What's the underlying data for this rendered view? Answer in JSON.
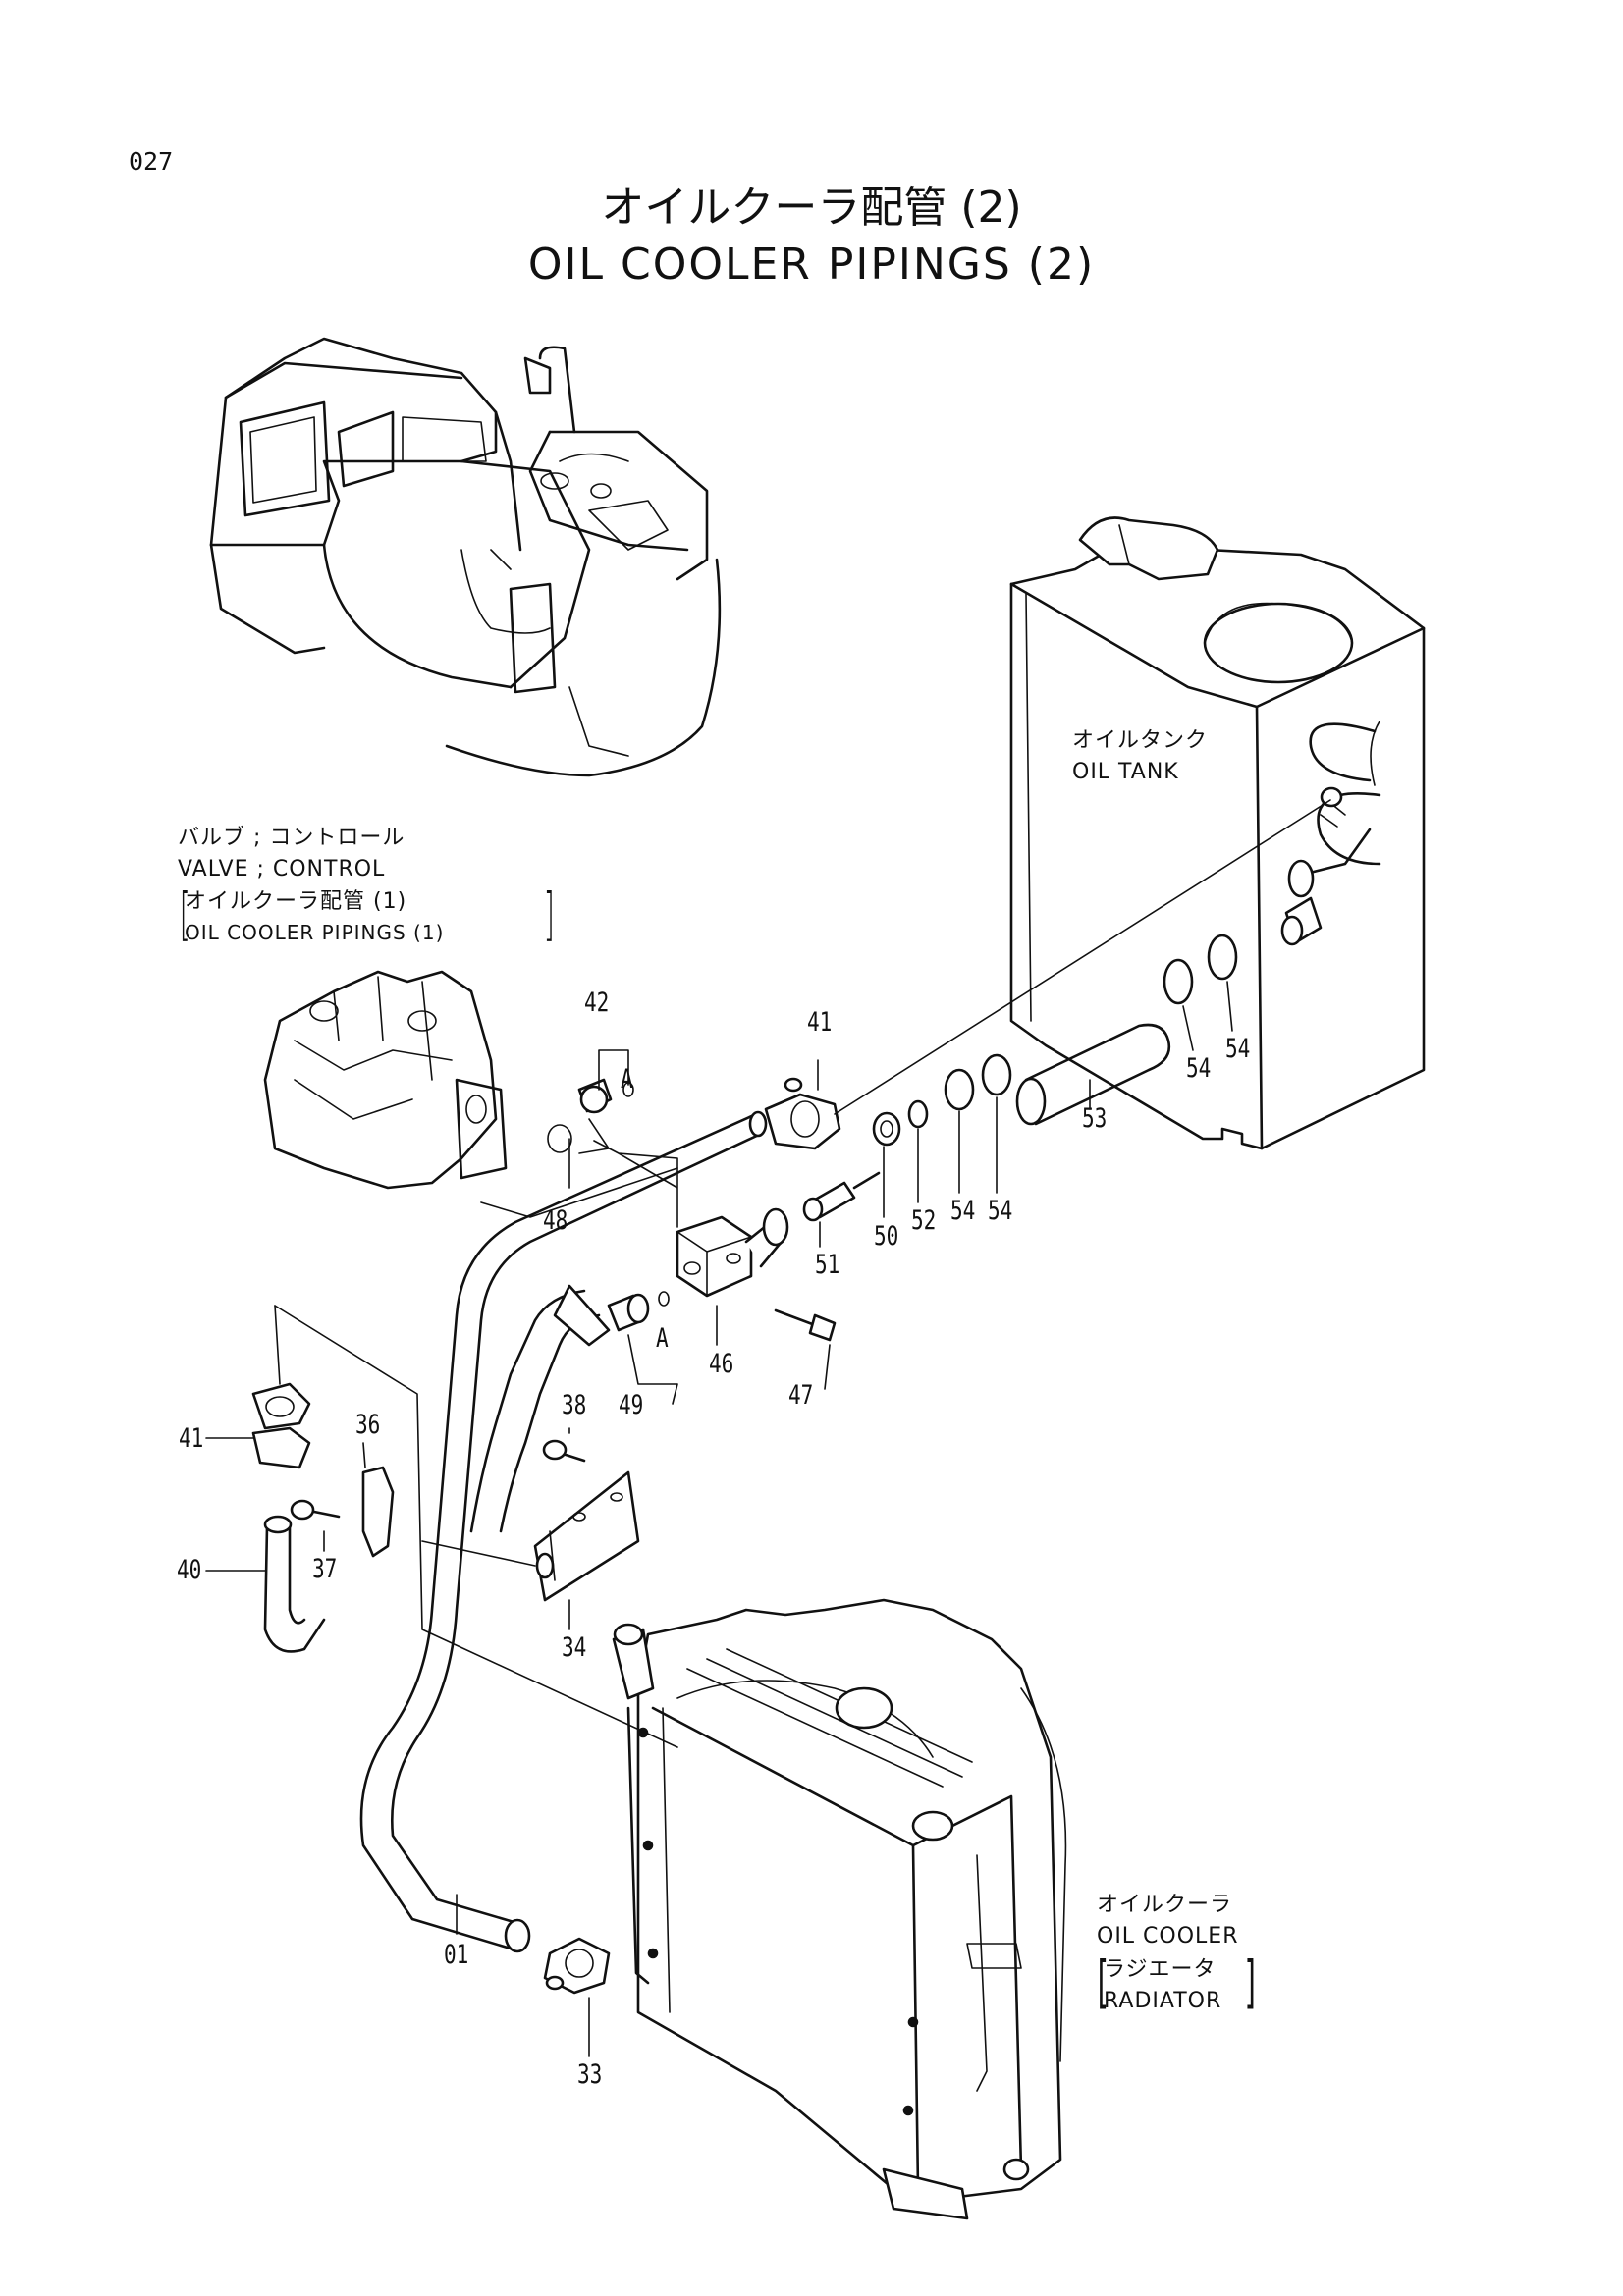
{
  "page_number": "027",
  "title_jp": "オイルクーラ配管 (2)",
  "title_en": "OIL COOLER PIPINGS (2)",
  "labels": {
    "oil_tank_jp": "オイルタンク",
    "oil_tank_en": "OIL TANK",
    "valve_jp": "バルブ ; コントロール",
    "valve_en": "VALVE ; CONTROL",
    "ref1_jp": "オイルクーラ配管 (1)",
    "ref1_en": "OIL COOLER PIPINGS (1)",
    "cooler_jp": "オイルクーラ",
    "cooler_en": "OIL COOLER",
    "radiator_jp": "ラジエータ",
    "radiator_en": "RADIATOR"
  },
  "callouts": {
    "c42": "42",
    "cA1": "A",
    "c41a": "41",
    "c48": "48",
    "c51": "51",
    "c50": "50",
    "c52": "52",
    "c54a": "54",
    "c54b": "54",
    "c53": "53",
    "c54c": "54",
    "c54d": "54",
    "c46": "46",
    "c47": "47",
    "c49": "49",
    "cA2": "A",
    "c38": "38",
    "c36": "36",
    "c41b": "41",
    "c40": "40",
    "c37": "37",
    "c34": "34",
    "c01": "01",
    "c33": "33"
  }
}
